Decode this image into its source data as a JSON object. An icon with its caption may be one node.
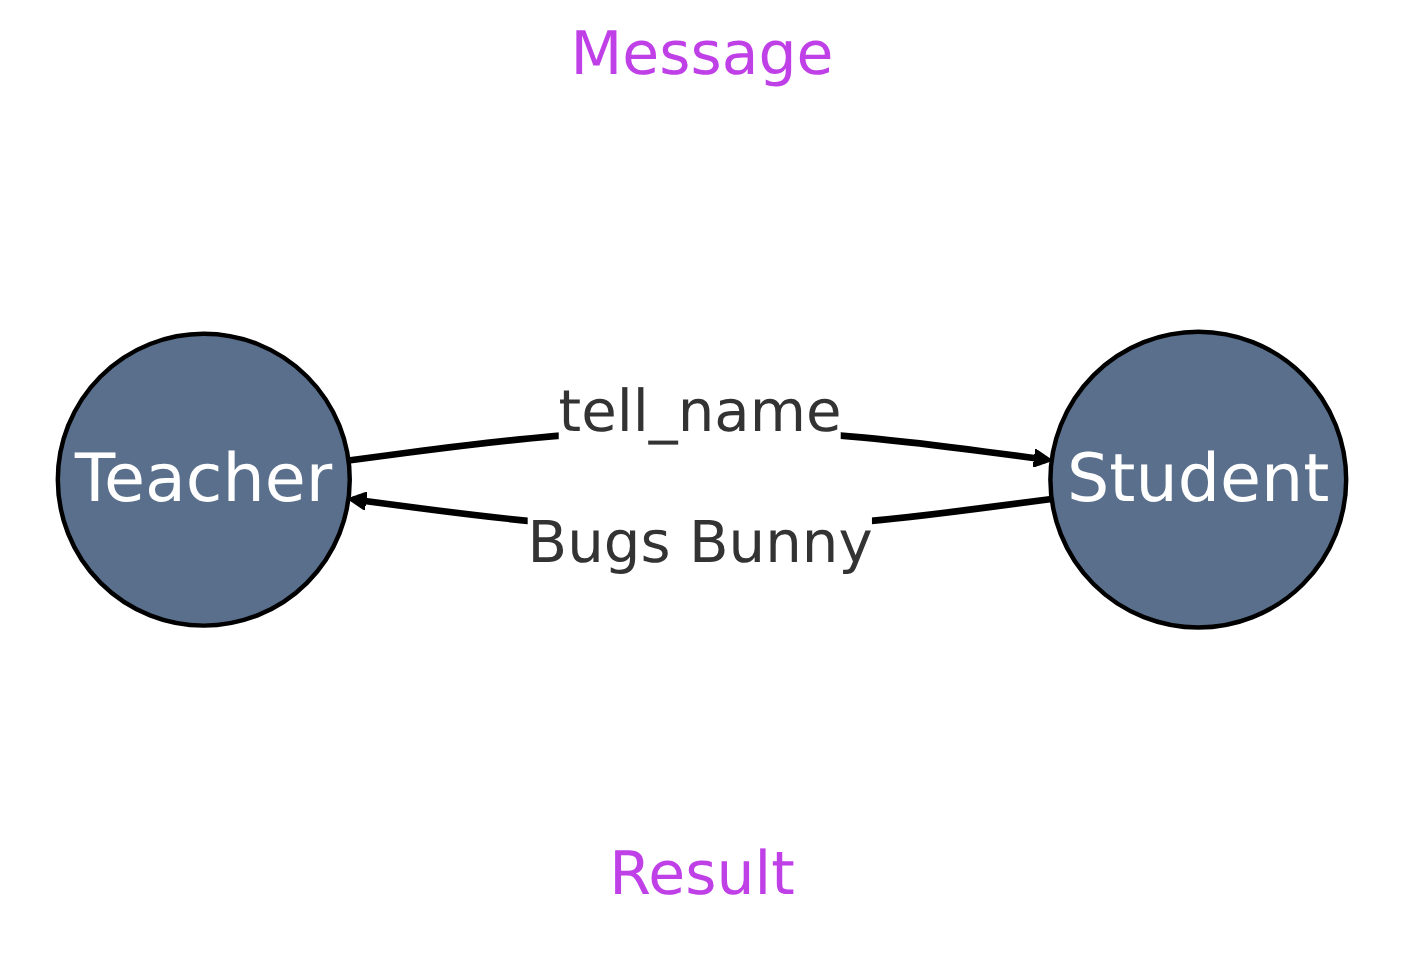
{
  "diagram": {
    "nodes": [
      {
        "text": [
          "Teacher"
        ]
      },
      {
        "text": [
          "Student"
        ]
      }
    ],
    "edges": [
      {
        "from": 0,
        "to": 1,
        "arrow": "to",
        "label": "tell_name"
      },
      {
        "from": 1,
        "to": 0,
        "arrow": "to",
        "label": "Bugs Bunny"
      }
    ],
    "labels": [
      "Message",
      "Result"
    ]
  }
}
